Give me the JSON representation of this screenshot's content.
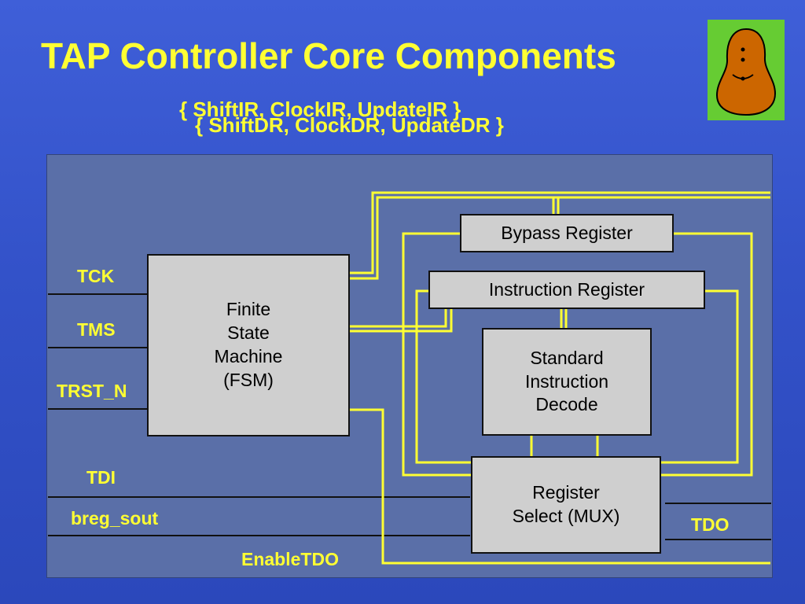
{
  "slide": {
    "title": "TAP Controller Core Components",
    "subtitle_back": "{ ShiftIR, ClockIR, UpdateIR }",
    "subtitle_front": "{ ShiftDR, ClockDR, UpdateDR }"
  },
  "blocks": {
    "fsm": "Finite\nState\nMachine\n(FSM)",
    "bypass": "Bypass Register",
    "instruction_register": "Instruction Register",
    "decode": "Standard\nInstruction\nDecode",
    "mux": "Register\nSelect (MUX)"
  },
  "signals": {
    "tck": "TCK",
    "tms": "TMS",
    "trst": "TRST_N",
    "tdi": "TDI",
    "breg": "breg_sout",
    "enable": "EnableTDO",
    "tdo": "TDO"
  },
  "colors": {
    "background": "#3a58d0",
    "panel": "#5a6fa8",
    "wire": "#ffff33",
    "text_accent": "#ffff33",
    "block_fill": "#cfcfcf",
    "logo_bg": "#66cc33",
    "logo_body": "#cc6600"
  }
}
